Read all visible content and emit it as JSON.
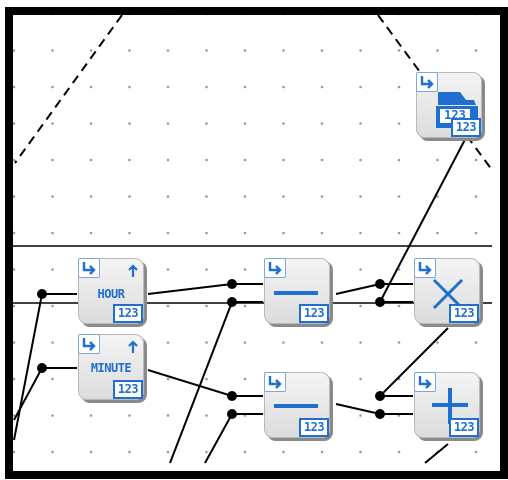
{
  "colors": {
    "accent": "#1e6fd0",
    "wire": "#000000",
    "grid_dot": "#9a9a9a",
    "frame": "#000000"
  },
  "blocks": {
    "hour": {
      "label": "HOUR",
      "value": "123",
      "icon": "arrow-up-icon"
    },
    "minute": {
      "label": "MINUTE",
      "value": "123",
      "icon": "arrow-up-icon"
    },
    "sub_top": {
      "value": "123",
      "icon": "minus-icon"
    },
    "sub_bot": {
      "value": "123",
      "icon": "minus-icon"
    },
    "multiply": {
      "value": "123",
      "icon": "multiply-icon"
    },
    "add": {
      "value": "123",
      "icon": "plus-icon"
    },
    "output": {
      "value": "123",
      "icon": "numeric-display-icon"
    }
  }
}
